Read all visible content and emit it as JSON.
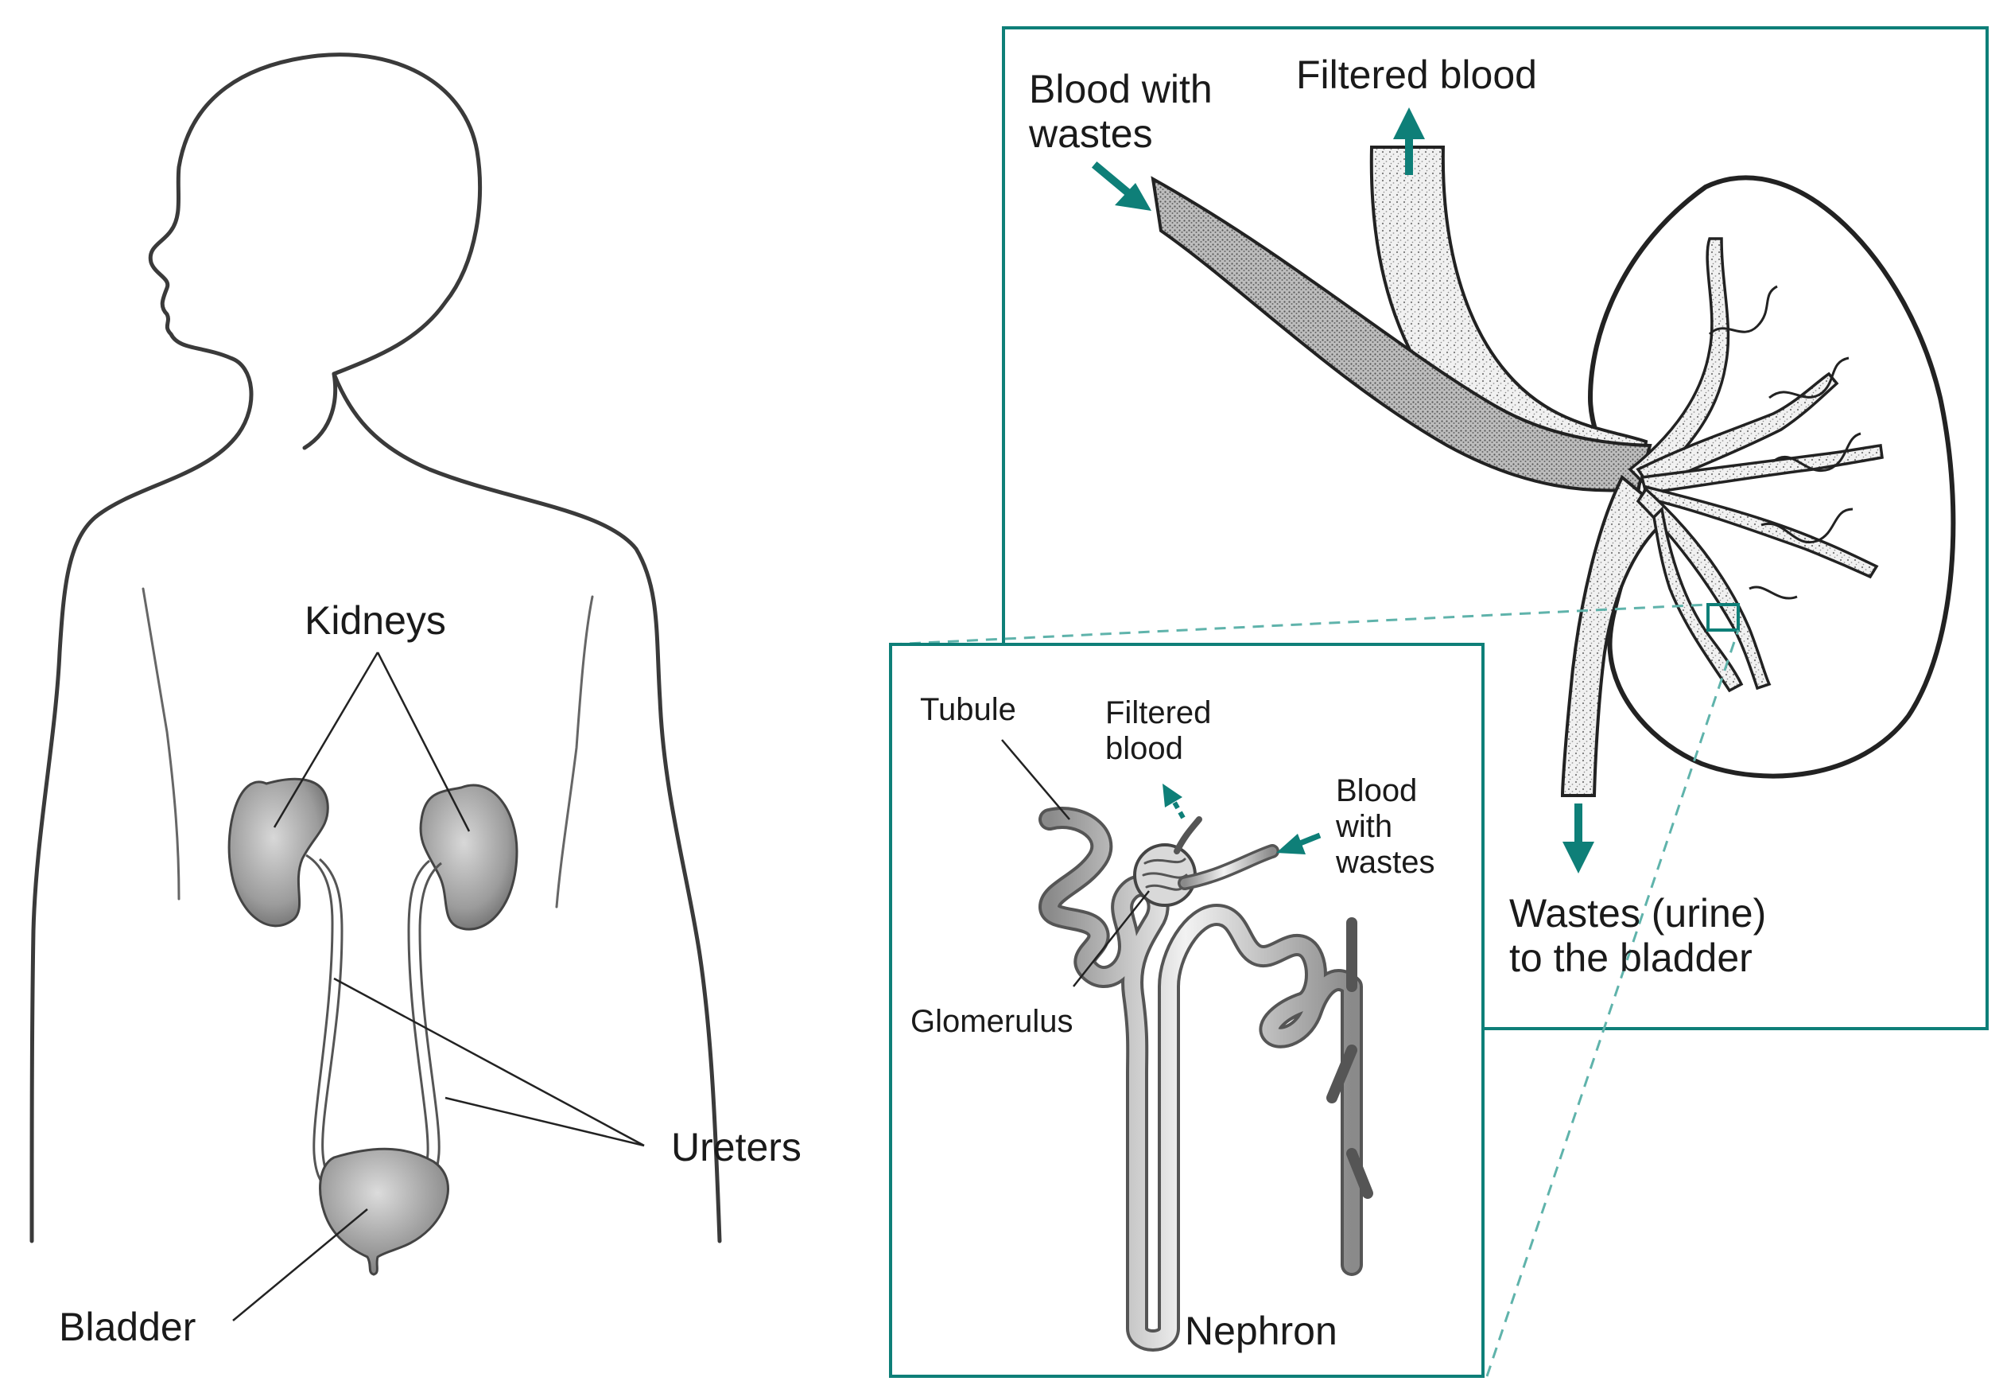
{
  "colors": {
    "accent": "#0e7f78",
    "ink": "#2b2b2b",
    "tissue": "#c9c9c9"
  },
  "body_view": {
    "kidneys_label": "Kidneys",
    "ureters_label": "Ureters",
    "bladder_label": "Bladder"
  },
  "kidney_view": {
    "blood_in_label_line1": "Blood with",
    "blood_in_label_line2": "wastes",
    "filtered_label": "Filtered blood",
    "wastes_label_line1": "Wastes (urine)",
    "wastes_label_line2": "to the bladder"
  },
  "nephron_view": {
    "tubule_label": "Tubule",
    "filtered_label_line1": "Filtered",
    "filtered_label_line2": "blood",
    "blood_in_label_line1": "Blood",
    "blood_in_label_line2": "with",
    "blood_in_label_line3": "wastes",
    "glomerulus_label": "Glomerulus",
    "title": "Nephron"
  }
}
